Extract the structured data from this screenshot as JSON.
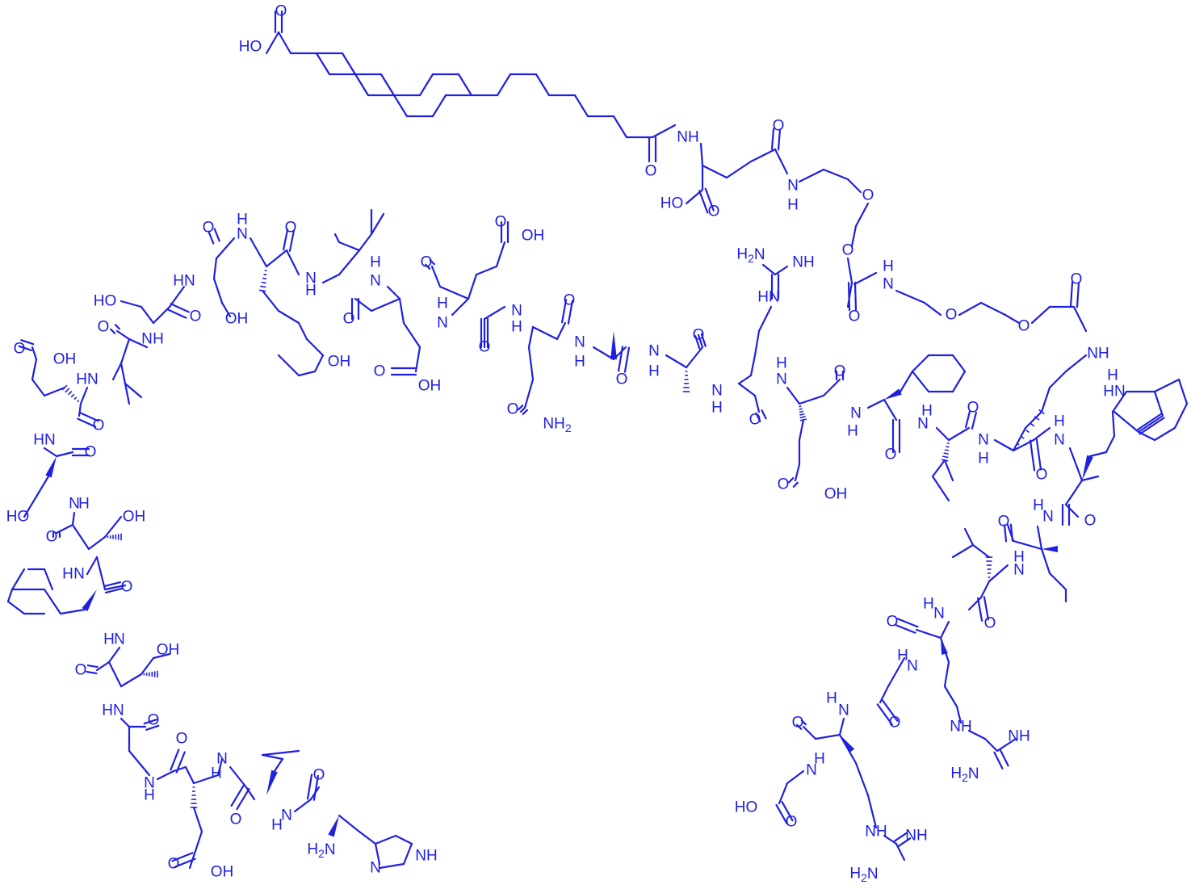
{
  "figure": {
    "type": "chemical-structure",
    "color": "#1e1ee6",
    "background": "#ffffff"
  },
  "labels": [
    "HO",
    "O",
    "N",
    "H",
    "O",
    "HO",
    "O",
    "O",
    "O",
    "N",
    "H",
    "O",
    "N",
    "H",
    "O",
    "N",
    "H",
    "O",
    "HO",
    "N",
    "H",
    "O",
    "OH",
    "O",
    "N",
    "H",
    "O",
    "HO",
    "O",
    "OH",
    "N",
    "H",
    "O",
    "N",
    "H",
    "O",
    "N",
    "H",
    "O",
    "N",
    "H",
    "O",
    "O",
    "OH",
    "N",
    "H",
    "O",
    "O",
    "OH",
    "N",
    "H",
    "N",
    "H",
    "O",
    "N",
    "H",
    "O",
    "HO",
    "N",
    "H",
    "N",
    "H",
    "O",
    "OH",
    "N",
    "H",
    "O",
    "N",
    "H",
    "O",
    "O",
    "NH",
    "N",
    "H",
    "O",
    "O",
    "NH2",
    "N",
    "H",
    "O",
    "N",
    "H",
    "O",
    "O",
    "OH",
    "N",
    "H",
    "O",
    "NH",
    "N",
    "H",
    "O",
    "N",
    "H",
    "O",
    "N",
    "H",
    "O",
    "N",
    "H",
    "O",
    "O",
    "NH2",
    "NH",
    "NH",
    "H2N",
    "NH",
    "N",
    "H",
    "O",
    "O",
    "NH",
    "N",
    "H",
    "O",
    "NH",
    "N",
    "H2",
    "N",
    "H",
    "NH",
    "O",
    "N",
    "H",
    "O",
    "HO",
    "O",
    "N",
    "H",
    "O",
    "OH",
    "NH",
    "H2N",
    "NH"
  ],
  "atom_labels": {
    "fatty_acid_oh": "HO",
    "fatty_acid_o": "O",
    "glu_nh": "NH",
    "glu_cooh_ho": "HO",
    "glu_cooh_o": "O",
    "glu_amide_o": "O",
    "glu_amide_nh": "NH",
    "peg_o1": "O",
    "peg_o2": "O",
    "peg_o3": "O",
    "peg_amide_o": "O",
    "peg_nh": "NH",
    "peg_o4": "O",
    "peg_o5": "O",
    "peg_o6": "O",
    "lys_eps_nh": "NH",
    "trp_nh": "HN",
    "oh": "OH",
    "ho": "HO",
    "nh": "NH",
    "hn": "HN",
    "nh2": "NH2",
    "h2n": "H2N",
    "his_n": "N",
    "his_nh": "NH"
  }
}
